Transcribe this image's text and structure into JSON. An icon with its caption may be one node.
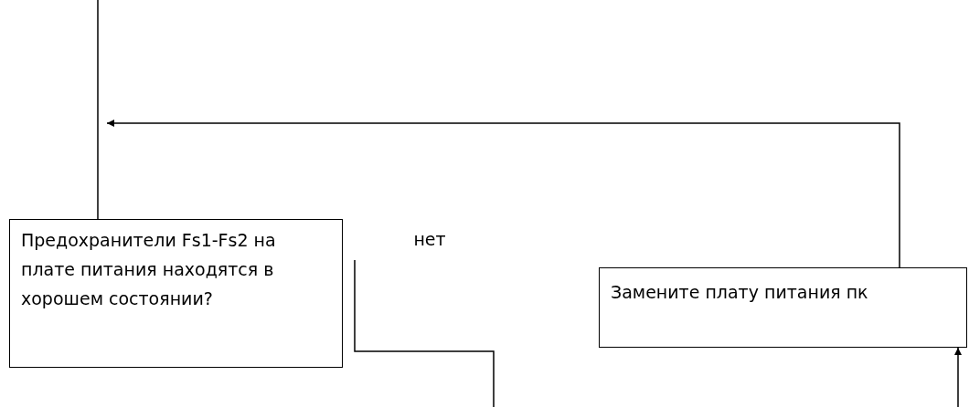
{
  "diagram": {
    "nodes": [
      {
        "text": [
          "Предохранители Fs1-Fs2 на плате питания находятся в хорошем состоянии?"
        ]
      },
      {
        "text": [
          "Замените плату питания пк"
        ]
      }
    ],
    "edges": [
      {
        "from": null,
        "to": 0,
        "arrow": "none"
      },
      {
        "from": 1,
        "to": null,
        "arrow": "to"
      },
      {
        "from": 0,
        "to": null,
        "arrow": "none",
        "label": "нет"
      },
      {
        "from": null,
        "to": 1,
        "arrow": "to"
      }
    ]
  }
}
